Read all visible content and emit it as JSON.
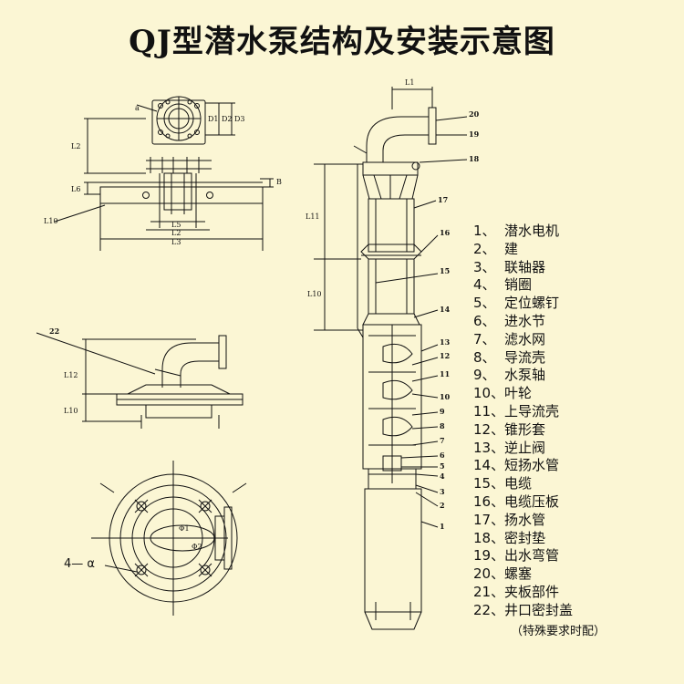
{
  "title": "QJ型潜水泵结构及安装示意图",
  "parts": [
    {
      "num": "1、",
      "name": "潜水电机"
    },
    {
      "num": "2、",
      "name": "建"
    },
    {
      "num": "3、",
      "name": "联轴器"
    },
    {
      "num": "4、",
      "name": "销圈"
    },
    {
      "num": "5、",
      "name": "定位螺钉"
    },
    {
      "num": "6、",
      "name": "进水节"
    },
    {
      "num": "7、",
      "name": "滤水网"
    },
    {
      "num": "8、",
      "name": "导流壳"
    },
    {
      "num": "9、",
      "name": "水泵轴"
    },
    {
      "num": "10、",
      "name": "叶轮"
    },
    {
      "num": "11、",
      "name": "上导流壳"
    },
    {
      "num": "12、",
      "name": "锥形套"
    },
    {
      "num": "13、",
      "name": "逆止阀"
    },
    {
      "num": "14、",
      "name": "短扬水管"
    },
    {
      "num": "15、",
      "name": "电缆"
    },
    {
      "num": "16、",
      "name": "电缆压板"
    },
    {
      "num": "17、",
      "name": "扬水管"
    },
    {
      "num": "18、",
      "name": "密封垫"
    },
    {
      "num": "19、",
      "name": "出水弯管"
    },
    {
      "num": "20、",
      "name": "螺塞"
    },
    {
      "num": "21、",
      "name": "夹板部件"
    },
    {
      "num": "22、",
      "name": "井口密封盖"
    }
  ],
  "legend_note": "（特殊要求时配）",
  "dims": {
    "L1": "L1",
    "L2": "L2",
    "L3": "L3",
    "L5": "L5",
    "L6": "L6",
    "L10": "L10",
    "L11": "L11",
    "L12": "L12",
    "B": "B",
    "D1": "D1",
    "D2": "D2",
    "D3": "D3",
    "a": "a",
    "phi1": "Φ1",
    "phi2": "Φ2"
  },
  "hole_label": "4— α",
  "callouts": [
    "1",
    "2",
    "3",
    "4",
    "5",
    "6",
    "7",
    "8",
    "9",
    "10",
    "11",
    "12",
    "13",
    "14",
    "15",
    "16",
    "17",
    "18",
    "19",
    "20",
    "22"
  ]
}
